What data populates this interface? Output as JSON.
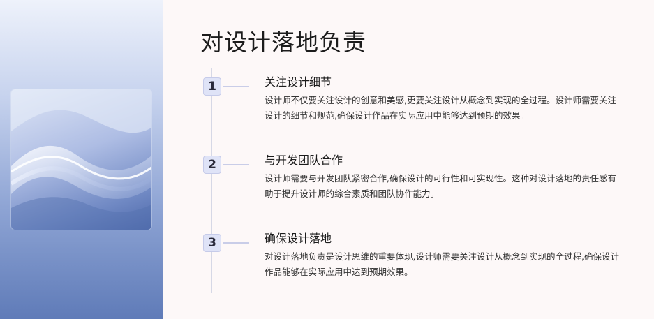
{
  "colors": {
    "background": "#fdf8f8",
    "badge": "#dfe3f7",
    "accent_line": "#c9cde8",
    "panel": "#8ea4d4"
  },
  "title": "对设计落地负责",
  "steps": [
    {
      "number": "1",
      "title": "关注设计细节",
      "description": "设计师不仅要关注设计的创意和美感,更要关注设计从概念到实现的全过程。设计师需要关注设计的细节和规范,确保设计作品在实际应用中能够达到预期的效果。"
    },
    {
      "number": "2",
      "title": "与开发团队合作",
      "description": "设计师需要与开发团队紧密合作,确保设计的可行性和可实现性。这种对设计落地的责任感有助于提升设计师的综合素质和团队协作能力。"
    },
    {
      "number": "3",
      "title": "确保设计落地",
      "description": "对设计落地负责是设计思维的重要体现,设计师需要关注设计从概念到实现的全过程,确保设计作品能够在实际应用中达到预期效果。"
    }
  ]
}
